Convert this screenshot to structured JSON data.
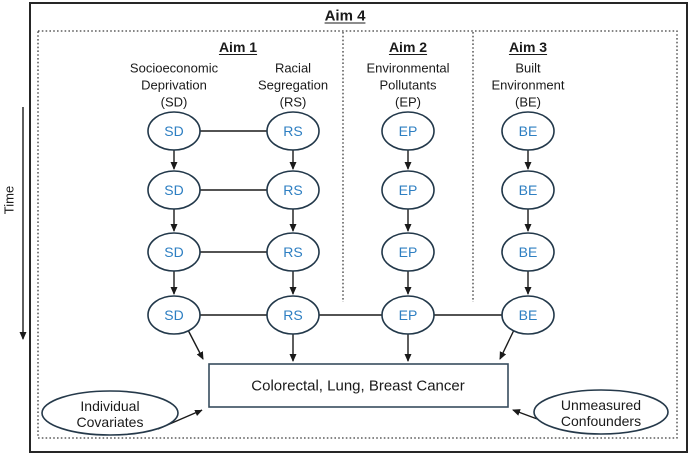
{
  "figure": {
    "title": "Aim 4",
    "time_label": "Time",
    "aim_headers": [
      "Aim 1",
      "Aim 2",
      "Aim 3"
    ],
    "columns": [
      {
        "heading": [
          "Socioeconomic",
          "Deprivation",
          "(SD)"
        ],
        "node": "SD"
      },
      {
        "heading": [
          "Racial",
          "Segregation",
          "(RS)"
        ],
        "node": "RS"
      },
      {
        "heading": [
          "Environmental",
          "Pollutants",
          "(EP)"
        ],
        "node": "EP"
      },
      {
        "heading": [
          "Built",
          "Environment",
          "(BE)"
        ],
        "node": "BE"
      }
    ],
    "outcome": "Colorectal, Lung, Breast Cancer",
    "left_ellipse": [
      "Individual",
      "Covariates"
    ],
    "right_ellipse": [
      "Unmeasured",
      "Confounders"
    ],
    "colors": {
      "node_text": "#2E7FC2",
      "line": "#1a1a1a",
      "shape_stroke": "#22384a",
      "dotted_border": "#3f3f3f",
      "background": "#ffffff"
    }
  }
}
